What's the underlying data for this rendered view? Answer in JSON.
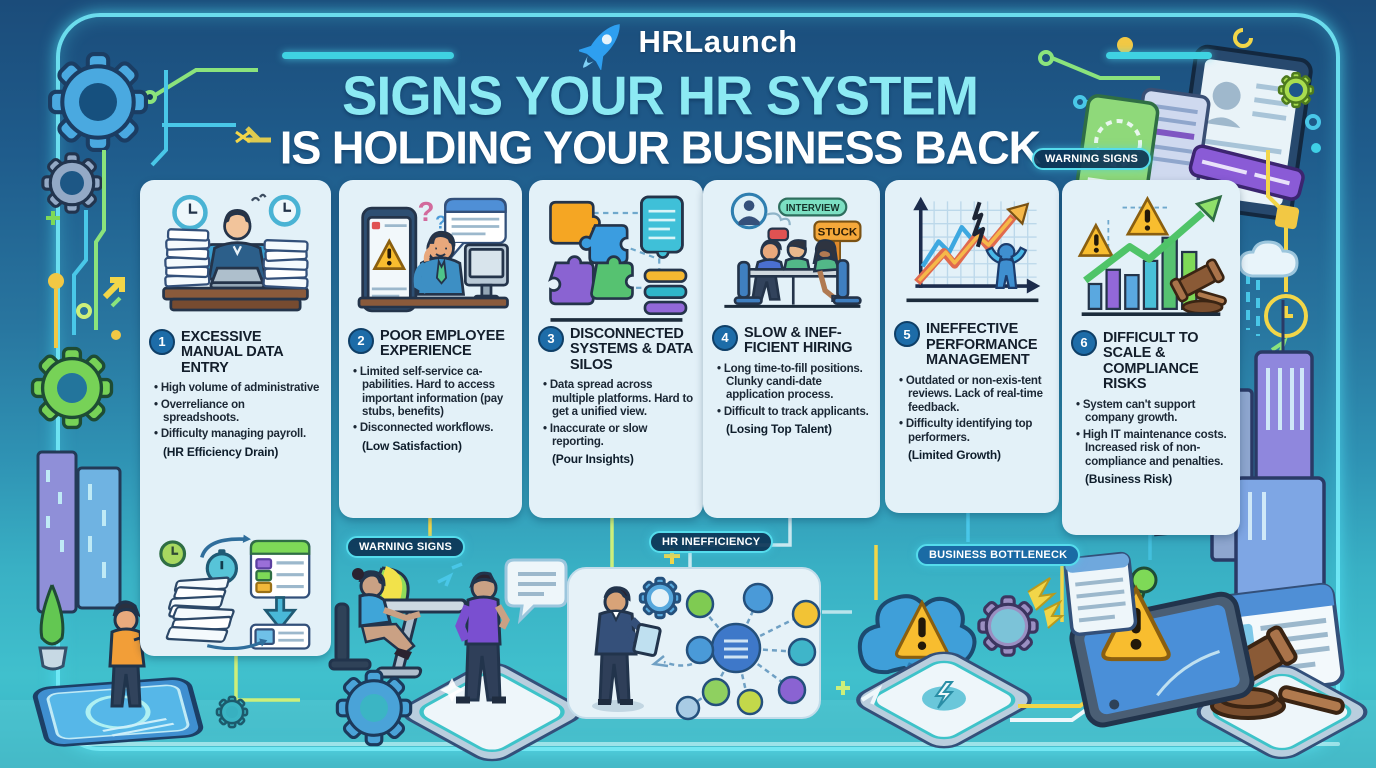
{
  "header": {
    "brand": "HRLaunch",
    "title_line1": "SIGNS YOUR HR SYSTEM",
    "title_line2": "IS HOLDING YOUR BUSINESS BACK"
  },
  "badges": {
    "top_right": "WARNING SIGNS",
    "bottom_left": "WARNING SIGNS",
    "bottom_middle": "HR INEFFICIENCY",
    "bottom_right": "BUSINESS BOTTLENECK"
  },
  "cards": [
    {
      "number": "1",
      "title": "EXCESSIVE MANUAL DATA ENTRY",
      "bullets": [
        "High volume of administrative",
        "Overreliance on spreadshoots.",
        "Difficulty managing payroll."
      ],
      "tagline": "(HR Efficiency Drain)"
    },
    {
      "number": "2",
      "title": "POOR EMPLOYEE EXPERIENCE",
      "bullets": [
        "Limited self-service ca-pabilities. Hard to access important information (pay stubs, benefits)",
        "Disconnected workflows."
      ],
      "tagline": "(Low Satisfaction)"
    },
    {
      "number": "3",
      "title": "DISCONNECTED SYSTEMS & DATA SILOS",
      "bullets": [
        "Data spread across multiple platforms. Hard to get a unified view.",
        "Inaccurate or slow reporting."
      ],
      "tagline": "(Pour Insights)"
    },
    {
      "number": "4",
      "title": "SLOW & INEF- FICIENT HIRING",
      "bullets": [
        "Long time-to-fill positions. Clunky candi-date application process.",
        "Difficult to track applicants."
      ],
      "tagline": "(Losing Top Talent)"
    },
    {
      "number": "5",
      "title": "INEFFECTIVE PERFORMANCE MANAGEMENT",
      "bullets": [
        "Outdated or non-exis-tent reviews. Lack of real-time feedback.",
        "Difficulty identifying top performers."
      ],
      "tagline": "(Limited Growth)"
    },
    {
      "number": "6",
      "title": "DIFFICULT TO SCALE & COMPLIANCE RISKS",
      "bullets": [
        "System can't support company growth.",
        "High IT maintenance costs. Increased risk of non-compliance and penalties."
      ],
      "tagline": "(Business Risk)"
    }
  ],
  "card4_labels": {
    "interview": "INTERVIEW",
    "stuck": "STUCK"
  },
  "colors": {
    "background_top": "#1b4c7a",
    "background_bottom": "#40c0cd",
    "accent_cyan": "#55dcec",
    "card_bg": "#e3f1f8",
    "title_cyan": "#8ceaf3",
    "badge_bg": "#0c3456",
    "heading_text": "#131e2b"
  }
}
